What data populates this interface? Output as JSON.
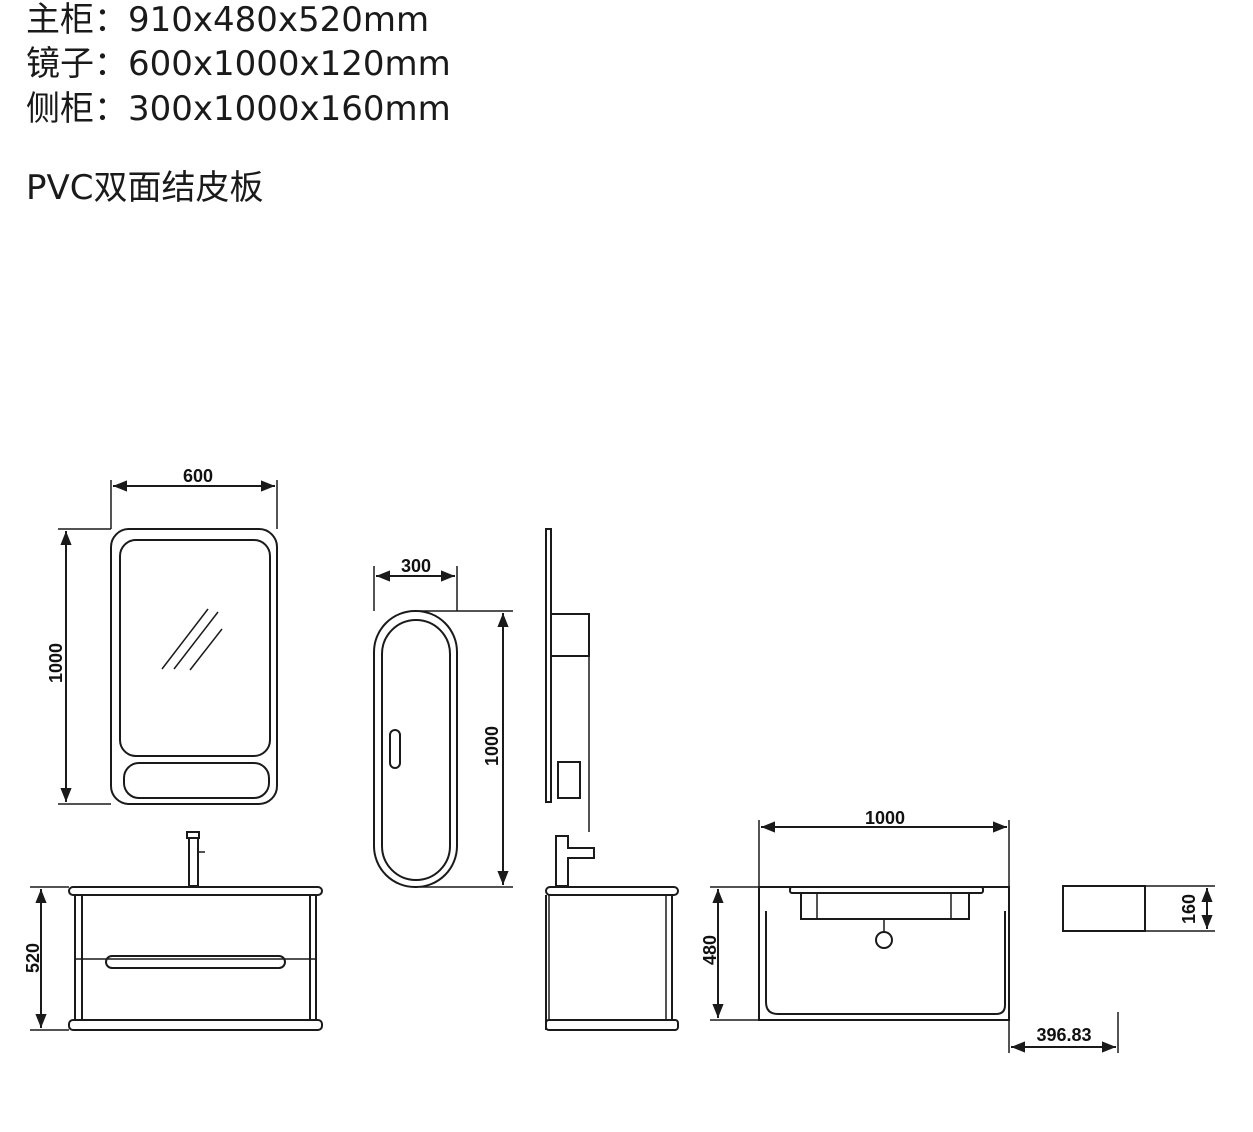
{
  "specs": [
    {
      "label": "主柜",
      "sep": "：",
      "value": "910x480x520mm"
    },
    {
      "label": "镜子",
      "sep": "：",
      "value": "600x1000x120mm"
    },
    {
      "label": "侧柜",
      "sep": "：",
      "value": "300x1000x160mm"
    }
  ],
  "material": "PVC双面结皮板",
  "dims": {
    "mirror_width": "600",
    "mirror_height": "1000",
    "side_cabinet_width": "300",
    "side_cabinet_height": "1000",
    "main_cabinet_height": "520",
    "top_view_width": "1000",
    "top_view_depth": "480",
    "side_depth": "160",
    "offset": "396.83"
  },
  "colors": {
    "line": "#1a1a1a",
    "background": "#ffffff"
  }
}
